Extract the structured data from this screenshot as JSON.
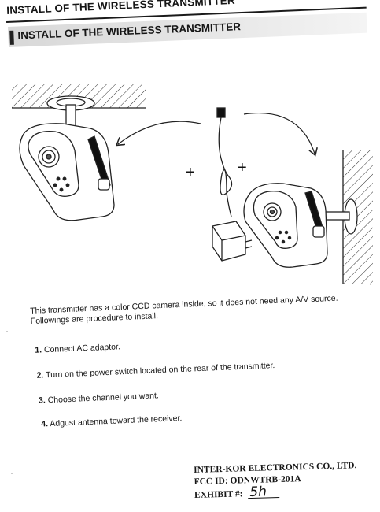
{
  "header": {
    "title": "INSTALL OF THE WIRELESS TRANSMITTER"
  },
  "section": {
    "title": "INSTALL OF THE WIRELESS TRANSMITTER"
  },
  "figure": {
    "plus_symbols": [
      "+",
      "+"
    ]
  },
  "body": {
    "intro_line1": "This transmitter has a color CCD camera inside, so it does not need any A/V source.",
    "intro_line2": "Followings are procedure to install.",
    "steps": [
      {
        "number": "1.",
        "text": "Connect AC adaptor."
      },
      {
        "number": "2.",
        "text": "Turn on the power switch located on the rear of the transmitter."
      },
      {
        "number": "3.",
        "text": "Choose the channel you want."
      },
      {
        "number": "4.",
        "text": "Adgust antenna toward the receiver."
      }
    ]
  },
  "footer": {
    "company": "INTER-KOR ELECTRONICS CO., LTD.",
    "fcc_id": "FCC ID: ODNWTRB-201A",
    "exhibit_label": "EXHIBIT #:",
    "exhibit_value": "5h"
  }
}
